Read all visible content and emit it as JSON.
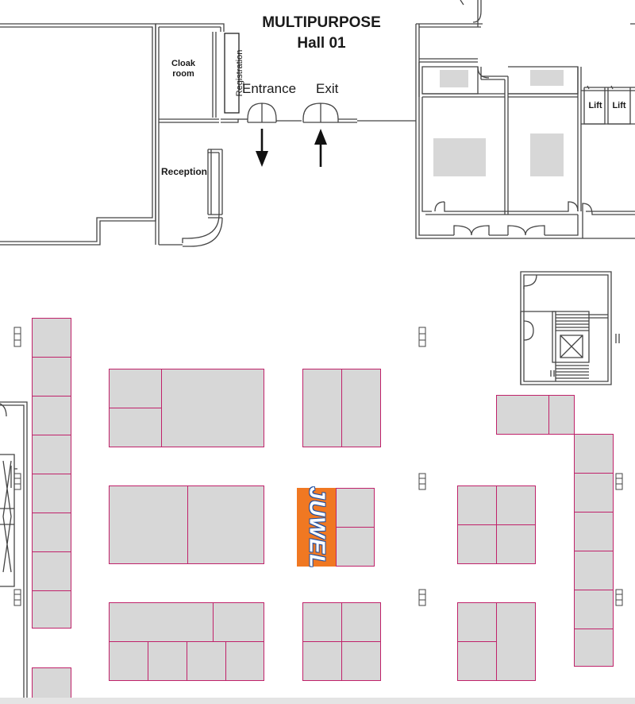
{
  "hall": {
    "title_line1": "MULTIPURPOSE",
    "title_line2": "Hall 01"
  },
  "rooms": {
    "cloak_line1": "Cloak",
    "cloak_line2": "room",
    "registration": "Registration",
    "reception": "Reception",
    "lift_1": "Lift",
    "lift_2": "Lift"
  },
  "doors": {
    "entrance": "Entrance",
    "exit": "Exit"
  },
  "exhibitor": {
    "logo_text": "JUWEL"
  },
  "colors": {
    "booth_fill": "#d7d7d7",
    "booth_border": "#c0226a",
    "wall": "#444444",
    "logo_bg": "#f07822",
    "logo_text": "#1d4fa3"
  }
}
